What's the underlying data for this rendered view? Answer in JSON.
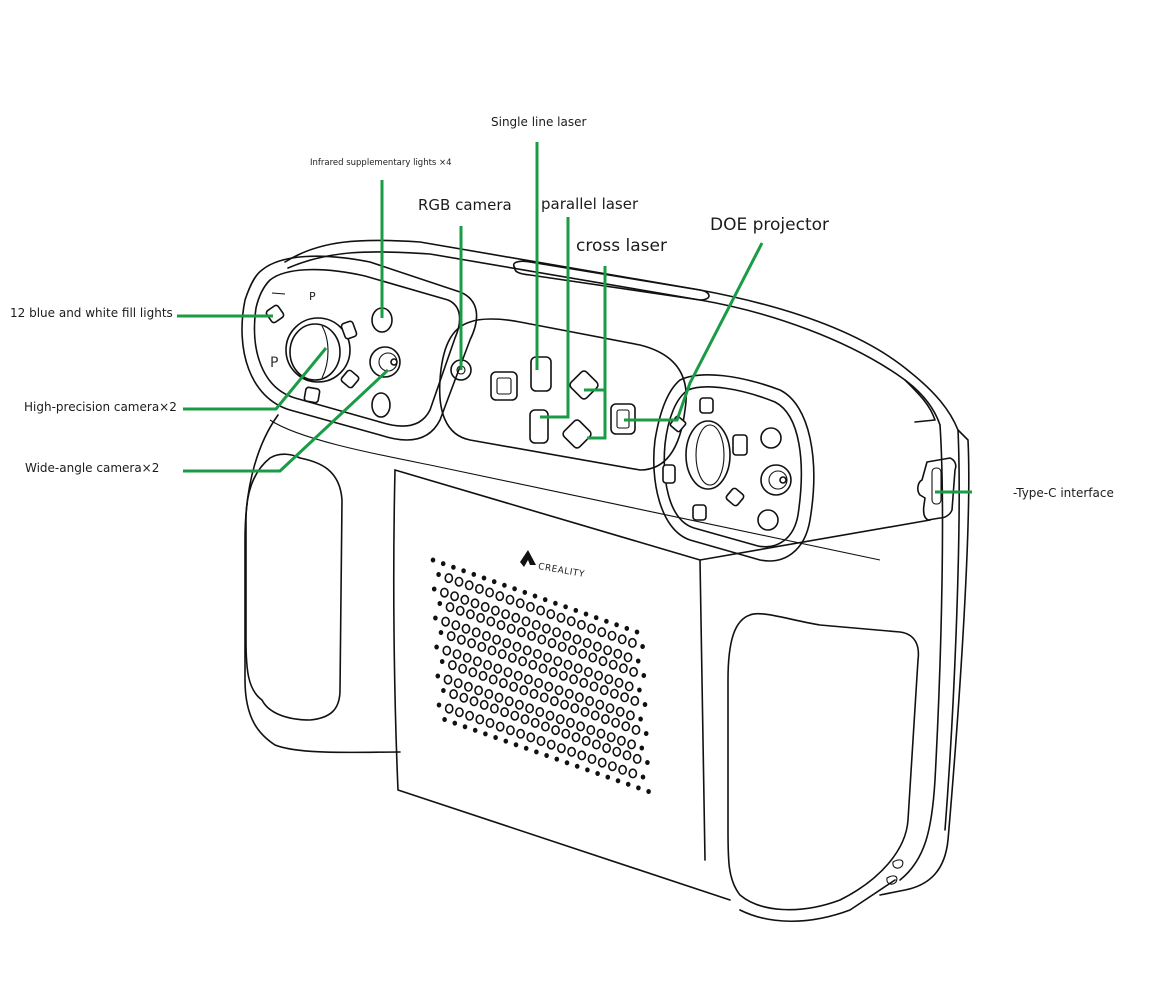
{
  "diagram": {
    "subject": "Handheld 3D scanner",
    "brand_logo_text": "CREALITY",
    "accent_color": "#1a9b46",
    "outline_color": "#111111",
    "callouts": [
      {
        "id": "single-line-laser",
        "text": "Single line laser"
      },
      {
        "id": "infrared-lights",
        "text": "Infrared supplementary lights ×4"
      },
      {
        "id": "rgb-camera",
        "text": "RGB camera"
      },
      {
        "id": "parallel-laser",
        "text": "parallel laser"
      },
      {
        "id": "cross-laser",
        "text": "cross laser"
      },
      {
        "id": "doe-projector",
        "text": "DOE projector"
      },
      {
        "id": "fill-lights",
        "text": "12 blue and white fill lights"
      },
      {
        "id": "high-precision-camera",
        "text": "High-precision camera×2"
      },
      {
        "id": "wide-angle-camera",
        "text": "Wide-angle camera×2"
      },
      {
        "id": "type-c",
        "text": "-Type-C interface"
      }
    ],
    "lens_marks": [
      "P",
      "P"
    ]
  }
}
